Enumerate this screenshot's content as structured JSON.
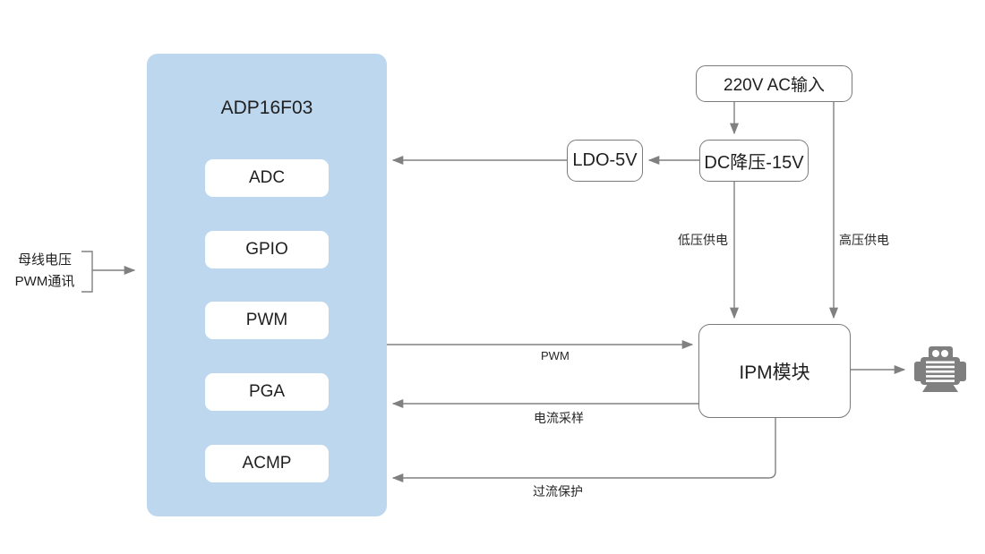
{
  "colors": {
    "mcu_fill": "#BDD7EE",
    "line": "#808080",
    "box_border": "#7A7A7A",
    "text": "#262626",
    "motor_gray": "#7F7F7F"
  },
  "mcu": {
    "title": "ADP16F03",
    "modules": [
      "ADC",
      "GPIO",
      "PWM",
      "PGA",
      "ACMP"
    ]
  },
  "input_signal": {
    "line1": "母线电压",
    "line2": "PWM通讯"
  },
  "power_chain": {
    "ac_input": "220V AC输入",
    "dc_buck": "DC降压-15V",
    "ldo": "LDO-5V"
  },
  "ipm": {
    "label": "IPM模块"
  },
  "edge_labels": {
    "low_voltage": "低压供电",
    "high_voltage": "高压供电",
    "pwm": "PWM",
    "current_sampling": "电流采样",
    "overcurrent_protection": "过流保护"
  },
  "icons": {
    "motor": "electric-motor-icon"
  }
}
